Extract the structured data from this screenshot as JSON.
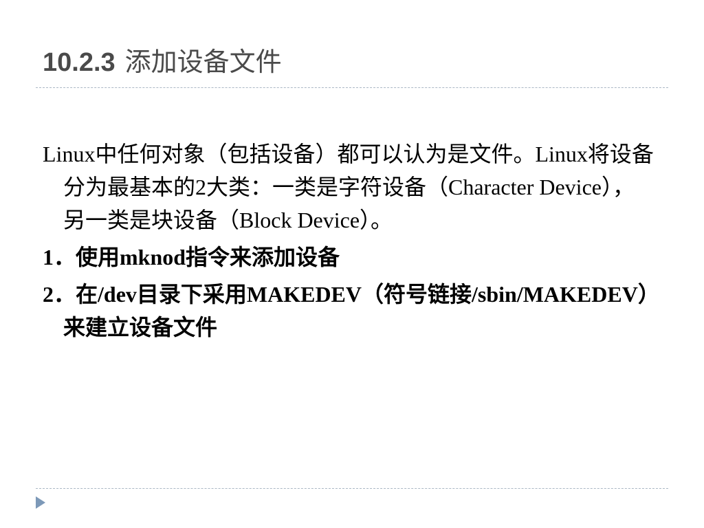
{
  "slide": {
    "title_number": "10.2.3",
    "title_text": "添加设备文件",
    "paragraphs": [
      "Linux中任何对象（包括设备）都可以认为是文件。Linux将设备分为最基本的2大类：一类是字符设备（Character Device），另一类是块设备（Block Device）。",
      "1．使用mknod指令来添加设备",
      "2．在/dev目录下采用MAKEDEV（符号链接/sbin/MAKEDEV）来建立设备文件"
    ]
  },
  "colors": {
    "title": "#4a4a4a",
    "rule": "#aab7c4",
    "nav_arrow": "#7d99b8"
  },
  "icons": {
    "nav": "triangle-right-icon"
  }
}
